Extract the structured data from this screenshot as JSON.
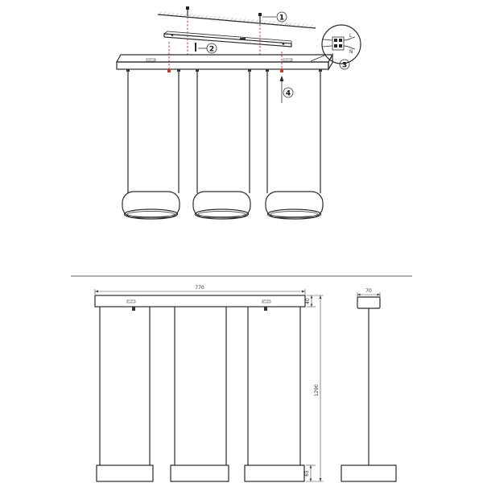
{
  "steps": [
    "1",
    "2",
    "3",
    "4"
  ],
  "terminals": [
    "L",
    "N"
  ],
  "dimensions": {
    "width": "770",
    "canopy_height": "40",
    "total_height": "1290",
    "shade_height": "65",
    "side_width": "70"
  }
}
